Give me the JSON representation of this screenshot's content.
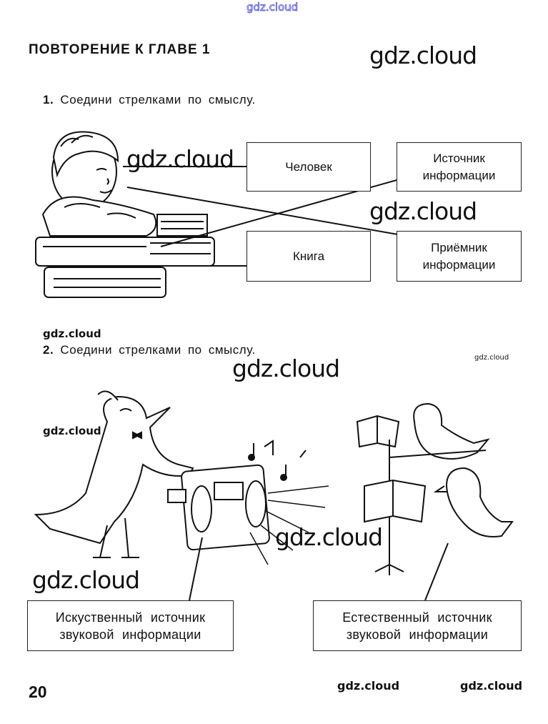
{
  "watermarks": {
    "top": "gdz.cloud",
    "w1": "gdz.cloud",
    "w2": "gdz.cloud",
    "w3": "gdz.cloud",
    "w4": "gdz.cloud",
    "w5": "gdz.cloud",
    "w6": "gdz.cloud",
    "w7": "gdz.cloud",
    "w8": "gdz.cloud",
    "w9": "gdz.cloud",
    "w10": "gdz.cloud",
    "w11": "gdz.cloud"
  },
  "title": "ПОВТОРЕНИЕ К ГЛАВЕ 1",
  "task1": {
    "number": "1.",
    "text": "Соедини стрелками по смыслу.",
    "boxes": {
      "person": "Человек",
      "source": [
        "Источник",
        "информации"
      ],
      "book": "Книга",
      "receiver": [
        "Приёмник",
        "информации"
      ]
    }
  },
  "task2": {
    "number": "2.",
    "text": "Соедини стрелками по смыслу.",
    "boxes": {
      "artificial": [
        "Искуственный источник",
        "звуковой информации"
      ],
      "natural": [
        "Естественный источник",
        "звуковой информации"
      ]
    }
  },
  "page_number": "20"
}
